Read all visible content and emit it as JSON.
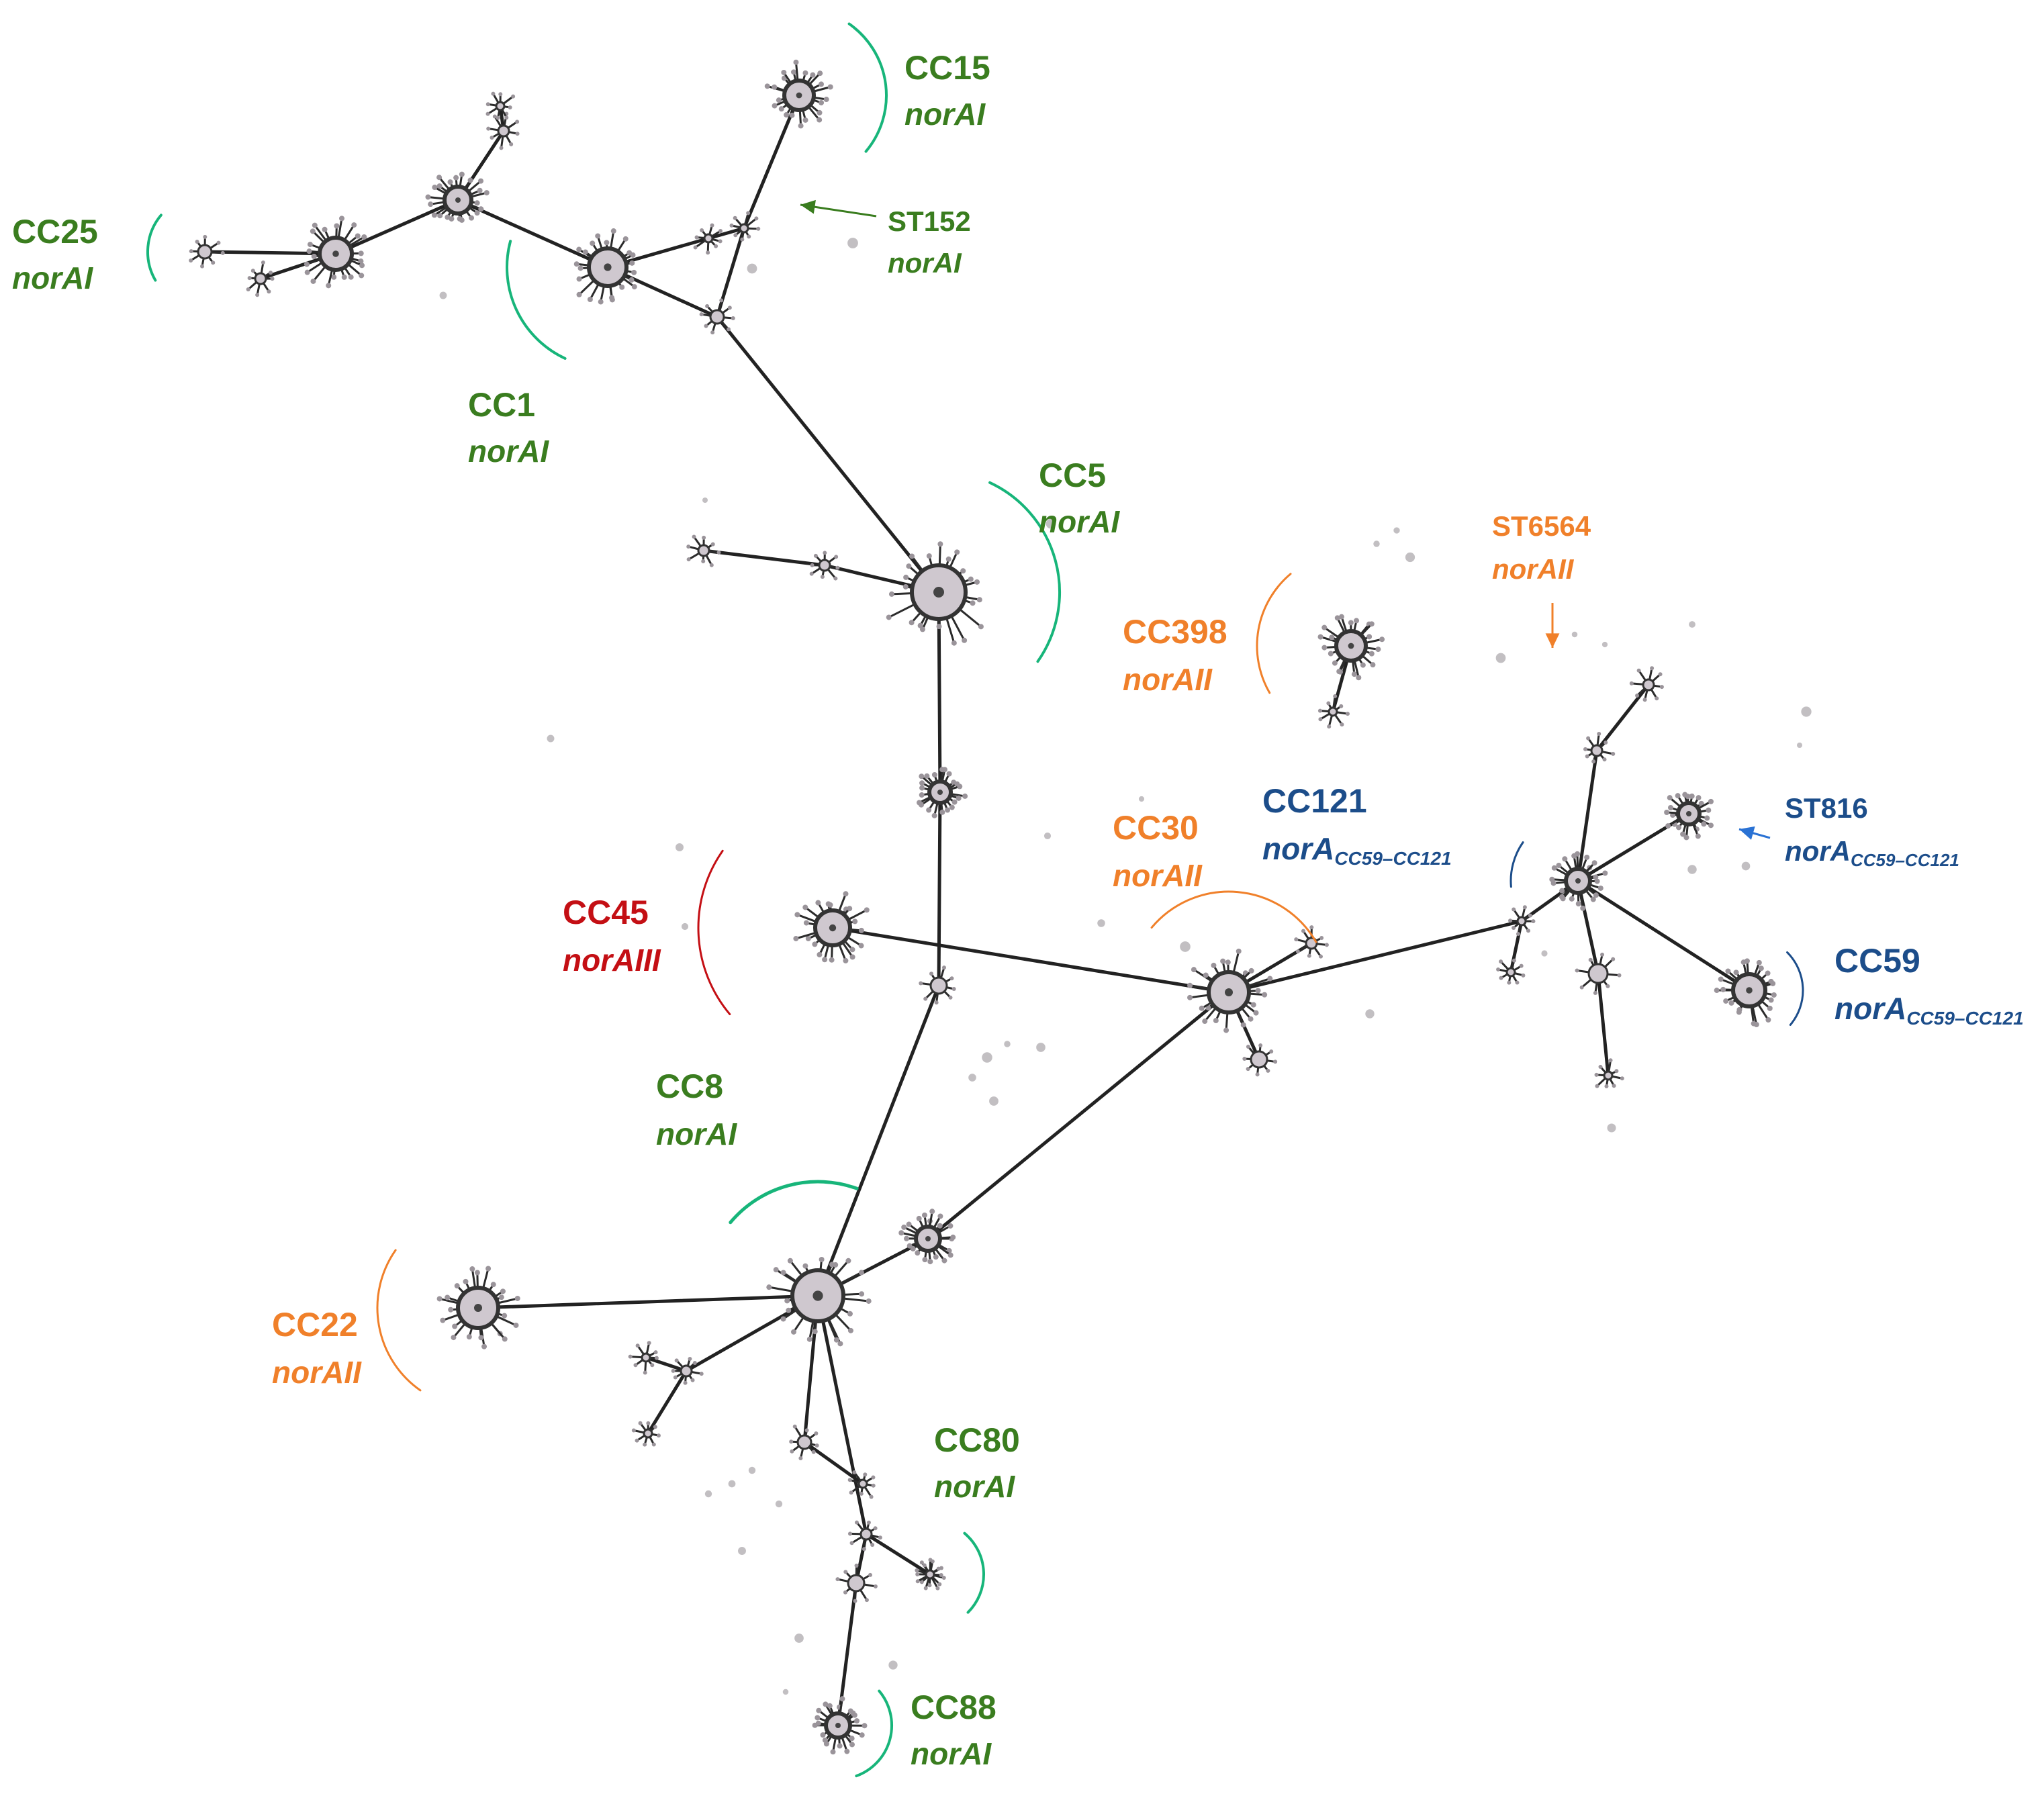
{
  "colors": {
    "green": "#3a7d1f",
    "orange": "#f0802a",
    "red": "#c40f14",
    "blue": "#1c4d8a",
    "bracket_green": "#17b57a",
    "arrow_blue": "#2a72d4",
    "edge": "#222222",
    "node_fill": "#cfc8cf",
    "node_stroke": "#333333"
  },
  "labels": [
    {
      "id": "cc15",
      "name": "CC15",
      "gene": "norAI",
      "color": "green"
    },
    {
      "id": "cc25",
      "name": "CC25",
      "gene": "norAI",
      "color": "green"
    },
    {
      "id": "st152",
      "name": "ST152",
      "gene": "norAI",
      "color": "green"
    },
    {
      "id": "cc1",
      "name": "CC1",
      "gene": "norAI",
      "color": "green"
    },
    {
      "id": "cc5",
      "name": "CC5",
      "gene": "norAI",
      "color": "green"
    },
    {
      "id": "st6564",
      "name": "ST6564",
      "gene": "norAII",
      "color": "orange"
    },
    {
      "id": "cc398",
      "name": "CC398",
      "gene": "norAII",
      "color": "orange"
    },
    {
      "id": "cc121",
      "name": "CC121",
      "gene": "norA",
      "gene_sub": "CC59–CC121",
      "color": "blue"
    },
    {
      "id": "st816",
      "name": "ST816",
      "gene": "norA",
      "gene_sub": "CC59–CC121",
      "color": "blue"
    },
    {
      "id": "cc30",
      "name": "CC30",
      "gene": "norAII",
      "color": "orange"
    },
    {
      "id": "cc45",
      "name": "CC45",
      "gene": "norAIII",
      "color": "red"
    },
    {
      "id": "cc59",
      "name": "CC59",
      "gene": "norA",
      "gene_sub": "CC59–CC121",
      "color": "blue"
    },
    {
      "id": "cc8",
      "name": "CC8",
      "gene": "norAI",
      "color": "green"
    },
    {
      "id": "cc22",
      "name": "CC22",
      "gene": "norAII",
      "color": "orange"
    },
    {
      "id": "cc80",
      "name": "CC80",
      "gene": "norAI",
      "color": "green"
    },
    {
      "id": "cc88",
      "name": "CC88",
      "gene": "norAI",
      "color": "green"
    }
  ]
}
